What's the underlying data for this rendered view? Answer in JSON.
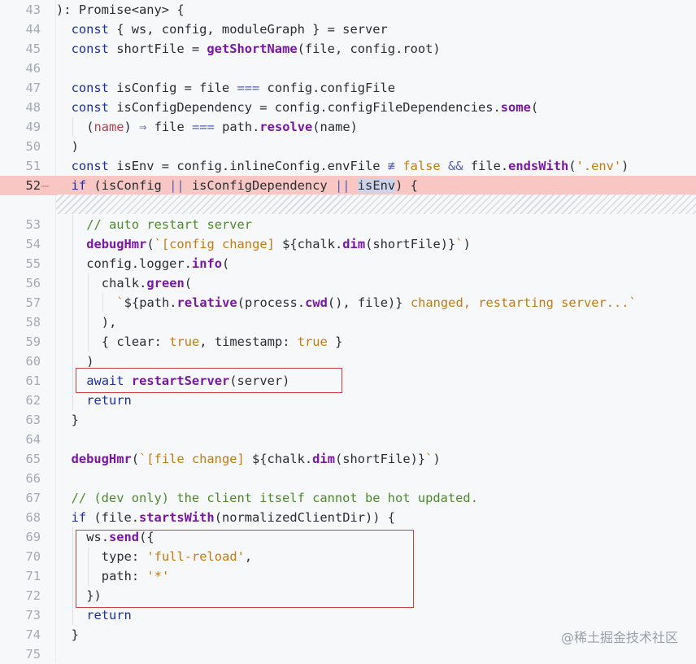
{
  "lines": [
    {
      "n": "43",
      "indent": 0,
      "tokens": [
        [
          "p",
          "): "
        ],
        [
          "t",
          "Promise"
        ],
        [
          "p",
          "<"
        ],
        [
          "t",
          "any"
        ],
        [
          "p",
          "> {"
        ]
      ]
    },
    {
      "n": "44",
      "indent": 1,
      "tokens": [
        [
          "k",
          "const "
        ],
        [
          "p",
          "{ ws, config, moduleGraph } = server"
        ]
      ]
    },
    {
      "n": "45",
      "indent": 1,
      "tokens": [
        [
          "k",
          "const "
        ],
        [
          "p",
          "shortFile = "
        ],
        [
          "f",
          "getShortName"
        ],
        [
          "p",
          "(file, config.root)"
        ]
      ]
    },
    {
      "n": "46",
      "indent": 0,
      "tokens": []
    },
    {
      "n": "47",
      "indent": 1,
      "tokens": [
        [
          "k",
          "const "
        ],
        [
          "p",
          "isConfig = file "
        ],
        [
          "m",
          "==="
        ],
        [
          "p",
          " config.configFile"
        ]
      ]
    },
    {
      "n": "48",
      "indent": 1,
      "tokens": [
        [
          "k",
          "const "
        ],
        [
          "p",
          "isConfigDependency = config.configFileDependencies."
        ],
        [
          "f",
          "some"
        ],
        [
          "p",
          "("
        ]
      ]
    },
    {
      "n": "49",
      "indent": 2,
      "tokens": [
        [
          "p",
          "("
        ],
        [
          "pa",
          "name"
        ],
        [
          "p",
          ") "
        ],
        [
          "m",
          "⇒"
        ],
        [
          "p",
          " file "
        ],
        [
          "m",
          "==="
        ],
        [
          "p",
          " path."
        ],
        [
          "f",
          "resolve"
        ],
        [
          "p",
          "(name)"
        ]
      ]
    },
    {
      "n": "50",
      "indent": 1,
      "tokens": [
        [
          "p",
          ")"
        ]
      ]
    },
    {
      "n": "51",
      "indent": 1,
      "tokens": [
        [
          "k",
          "const "
        ],
        [
          "p",
          "isEnv = config.inlineConfig.envFile "
        ],
        [
          "m",
          "≢"
        ],
        [
          "p",
          " "
        ],
        [
          "s",
          "false"
        ],
        [
          "p",
          " "
        ],
        [
          "m",
          "&&"
        ],
        [
          "p",
          " file."
        ],
        [
          "f",
          "endsWith"
        ],
        [
          "p",
          "("
        ],
        [
          "s",
          "'.env'"
        ],
        [
          "p",
          ")"
        ]
      ]
    },
    {
      "n": "52",
      "indent": 1,
      "hl": true,
      "marker": "—",
      "tokens": [
        [
          "k",
          "if "
        ],
        [
          "p",
          "(isConfig "
        ],
        [
          "m",
          "||"
        ],
        [
          "p",
          " isConfigDependency "
        ],
        [
          "m",
          "||"
        ],
        [
          "p",
          " "
        ],
        [
          "sel",
          "isEnv"
        ],
        [
          "p",
          ") {"
        ]
      ]
    },
    {
      "n": "",
      "indent": 0,
      "tokens": []
    },
    {
      "n": "53",
      "indent": 2,
      "tokens": [
        [
          "c",
          "// auto restart server"
        ]
      ]
    },
    {
      "n": "54",
      "indent": 2,
      "tokens": [
        [
          "f",
          "debugHmr"
        ],
        [
          "p",
          "("
        ],
        [
          "s",
          "`[config change] "
        ],
        [
          "p",
          "${chalk."
        ],
        [
          "f",
          "dim"
        ],
        [
          "p",
          "(shortFile)}"
        ],
        [
          "s",
          "`"
        ],
        [
          "p",
          ")"
        ]
      ]
    },
    {
      "n": "55",
      "indent": 2,
      "tokens": [
        [
          "p",
          "config.logger."
        ],
        [
          "f",
          "info"
        ],
        [
          "p",
          "("
        ]
      ]
    },
    {
      "n": "56",
      "indent": 3,
      "tokens": [
        [
          "p",
          "chalk."
        ],
        [
          "f",
          "green"
        ],
        [
          "p",
          "("
        ]
      ]
    },
    {
      "n": "57",
      "indent": 4,
      "tokens": [
        [
          "s",
          "`"
        ],
        [
          "p",
          "${path."
        ],
        [
          "f",
          "relative"
        ],
        [
          "p",
          "(process."
        ],
        [
          "f",
          "cwd"
        ],
        [
          "p",
          "(), file)}"
        ],
        [
          "s",
          " changed, restarting server...`"
        ]
      ]
    },
    {
      "n": "58",
      "indent": 3,
      "tokens": [
        [
          "p",
          "),"
        ]
      ]
    },
    {
      "n": "59",
      "indent": 3,
      "tokens": [
        [
          "p",
          "{ clear: "
        ],
        [
          "s",
          "true"
        ],
        [
          "p",
          ", timestamp: "
        ],
        [
          "s",
          "true"
        ],
        [
          "p",
          " }"
        ]
      ]
    },
    {
      "n": "60",
      "indent": 2,
      "tokens": [
        [
          "p",
          ")"
        ]
      ]
    },
    {
      "n": "61",
      "indent": 2,
      "tokens": [
        [
          "k",
          "await "
        ],
        [
          "f",
          "restartServer"
        ],
        [
          "p",
          "(server)"
        ]
      ]
    },
    {
      "n": "62",
      "indent": 2,
      "tokens": [
        [
          "k",
          "return"
        ]
      ]
    },
    {
      "n": "63",
      "indent": 1,
      "tokens": [
        [
          "p",
          "}"
        ]
      ]
    },
    {
      "n": "64",
      "indent": 0,
      "tokens": []
    },
    {
      "n": "65",
      "indent": 1,
      "tokens": [
        [
          "f",
          "debugHmr"
        ],
        [
          "p",
          "("
        ],
        [
          "s",
          "`[file change] "
        ],
        [
          "p",
          "${chalk."
        ],
        [
          "f",
          "dim"
        ],
        [
          "p",
          "(shortFile)}"
        ],
        [
          "s",
          "`"
        ],
        [
          "p",
          ")"
        ]
      ]
    },
    {
      "n": "66",
      "indent": 0,
      "tokens": []
    },
    {
      "n": "67",
      "indent": 1,
      "tokens": [
        [
          "c",
          "// (dev only) the client itself cannot be hot updated."
        ]
      ]
    },
    {
      "n": "68",
      "indent": 1,
      "tokens": [
        [
          "k",
          "if "
        ],
        [
          "p",
          "(file."
        ],
        [
          "f",
          "startsWith"
        ],
        [
          "p",
          "(normalizedClientDir)) {"
        ]
      ]
    },
    {
      "n": "69",
      "indent": 2,
      "tokens": [
        [
          "p",
          "ws."
        ],
        [
          "f",
          "send"
        ],
        [
          "p",
          "({"
        ]
      ]
    },
    {
      "n": "70",
      "indent": 3,
      "tokens": [
        [
          "p",
          "type: "
        ],
        [
          "s",
          "'full-reload'"
        ],
        [
          "p",
          ","
        ]
      ]
    },
    {
      "n": "71",
      "indent": 3,
      "tokens": [
        [
          "p",
          "path: "
        ],
        [
          "s",
          "'*'"
        ]
      ]
    },
    {
      "n": "72",
      "indent": 2,
      "tokens": [
        [
          "p",
          "})"
        ]
      ]
    },
    {
      "n": "73",
      "indent": 2,
      "tokens": [
        [
          "k",
          "return"
        ]
      ]
    },
    {
      "n": "74",
      "indent": 1,
      "tokens": [
        [
          "p",
          "}"
        ]
      ]
    },
    {
      "n": "75",
      "indent": 0,
      "tokens": []
    }
  ],
  "watermark": "@稀土掘金技术社区",
  "colors": {
    "keyword": "#1c2fa3",
    "function": "#7a17a6",
    "string": "#c57b12",
    "comment": "#4d8a2c",
    "param": "#b5414f",
    "highlight": "#f8c7c4",
    "box": "#d0403e"
  }
}
